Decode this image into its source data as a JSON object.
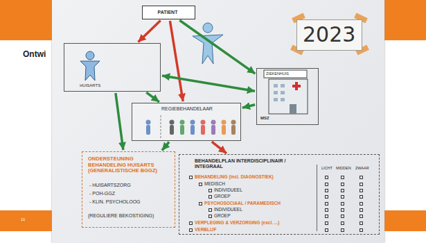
{
  "diagram": {
    "title": "Ontwi",
    "nodes": [
      {
        "text": [
          "PATIENT"
        ]
      },
      {
        "text": [
          "2023"
        ]
      },
      {
        "text": [
          "HUISARTS"
        ]
      },
      {
        "text": [
          "ZIEKENHUIS",
          "MSZ"
        ]
      },
      {
        "text": [
          "REGIEBEHANDELAAR"
        ]
      },
      {
        "text": [
          "ONDERSTEUNING BEHANDELING HUISARTS (GENERALISTISCHE BGGZ)",
          "- HUISARTSZORG",
          "- POH-GGZ",
          "- KLIN. PSYCHOLOOG",
          "(REGULIERE BEKOSTIGING)"
        ]
      },
      {
        "text": [
          "BEHANDELPLAN INTERDISCIPLINAIR / INTEGRAAL",
          "LICHT",
          "MIDDEN",
          "ZWAAR",
          "BEHANDELING (incl. DIAGNOSTIEK)",
          "MEDISCH",
          "INDIVIDUEEL",
          "GROEP",
          "PSYCHOSOCIAAL / PARAMEDISCH",
          "INDIVIDUEEL",
          "GROEP",
          "VERPLEGING & VERZORGING (excl. ...)",
          "VERBLIJF"
        ]
      }
    ],
    "edges": [
      {
        "from": 0,
        "to": 2,
        "arrow": "to"
      },
      {
        "from": 0,
        "to": 4,
        "arrow": "to"
      },
      {
        "from": 0,
        "to": 3,
        "arrow": "to"
      },
      {
        "from": 2,
        "to": 5,
        "arrow": "to"
      },
      {
        "from": 2,
        "to": 4,
        "arrow": "to"
      },
      {
        "from": 2,
        "to": 3,
        "arrow": "both"
      },
      {
        "from": 3,
        "to": 4,
        "arrow": "to"
      },
      {
        "from": 4,
        "to": 6,
        "arrow": "to"
      },
      {
        "from": 4,
        "to": 5,
        "arrow": "to"
      }
    ],
    "labels": [
      "11"
    ]
  }
}
